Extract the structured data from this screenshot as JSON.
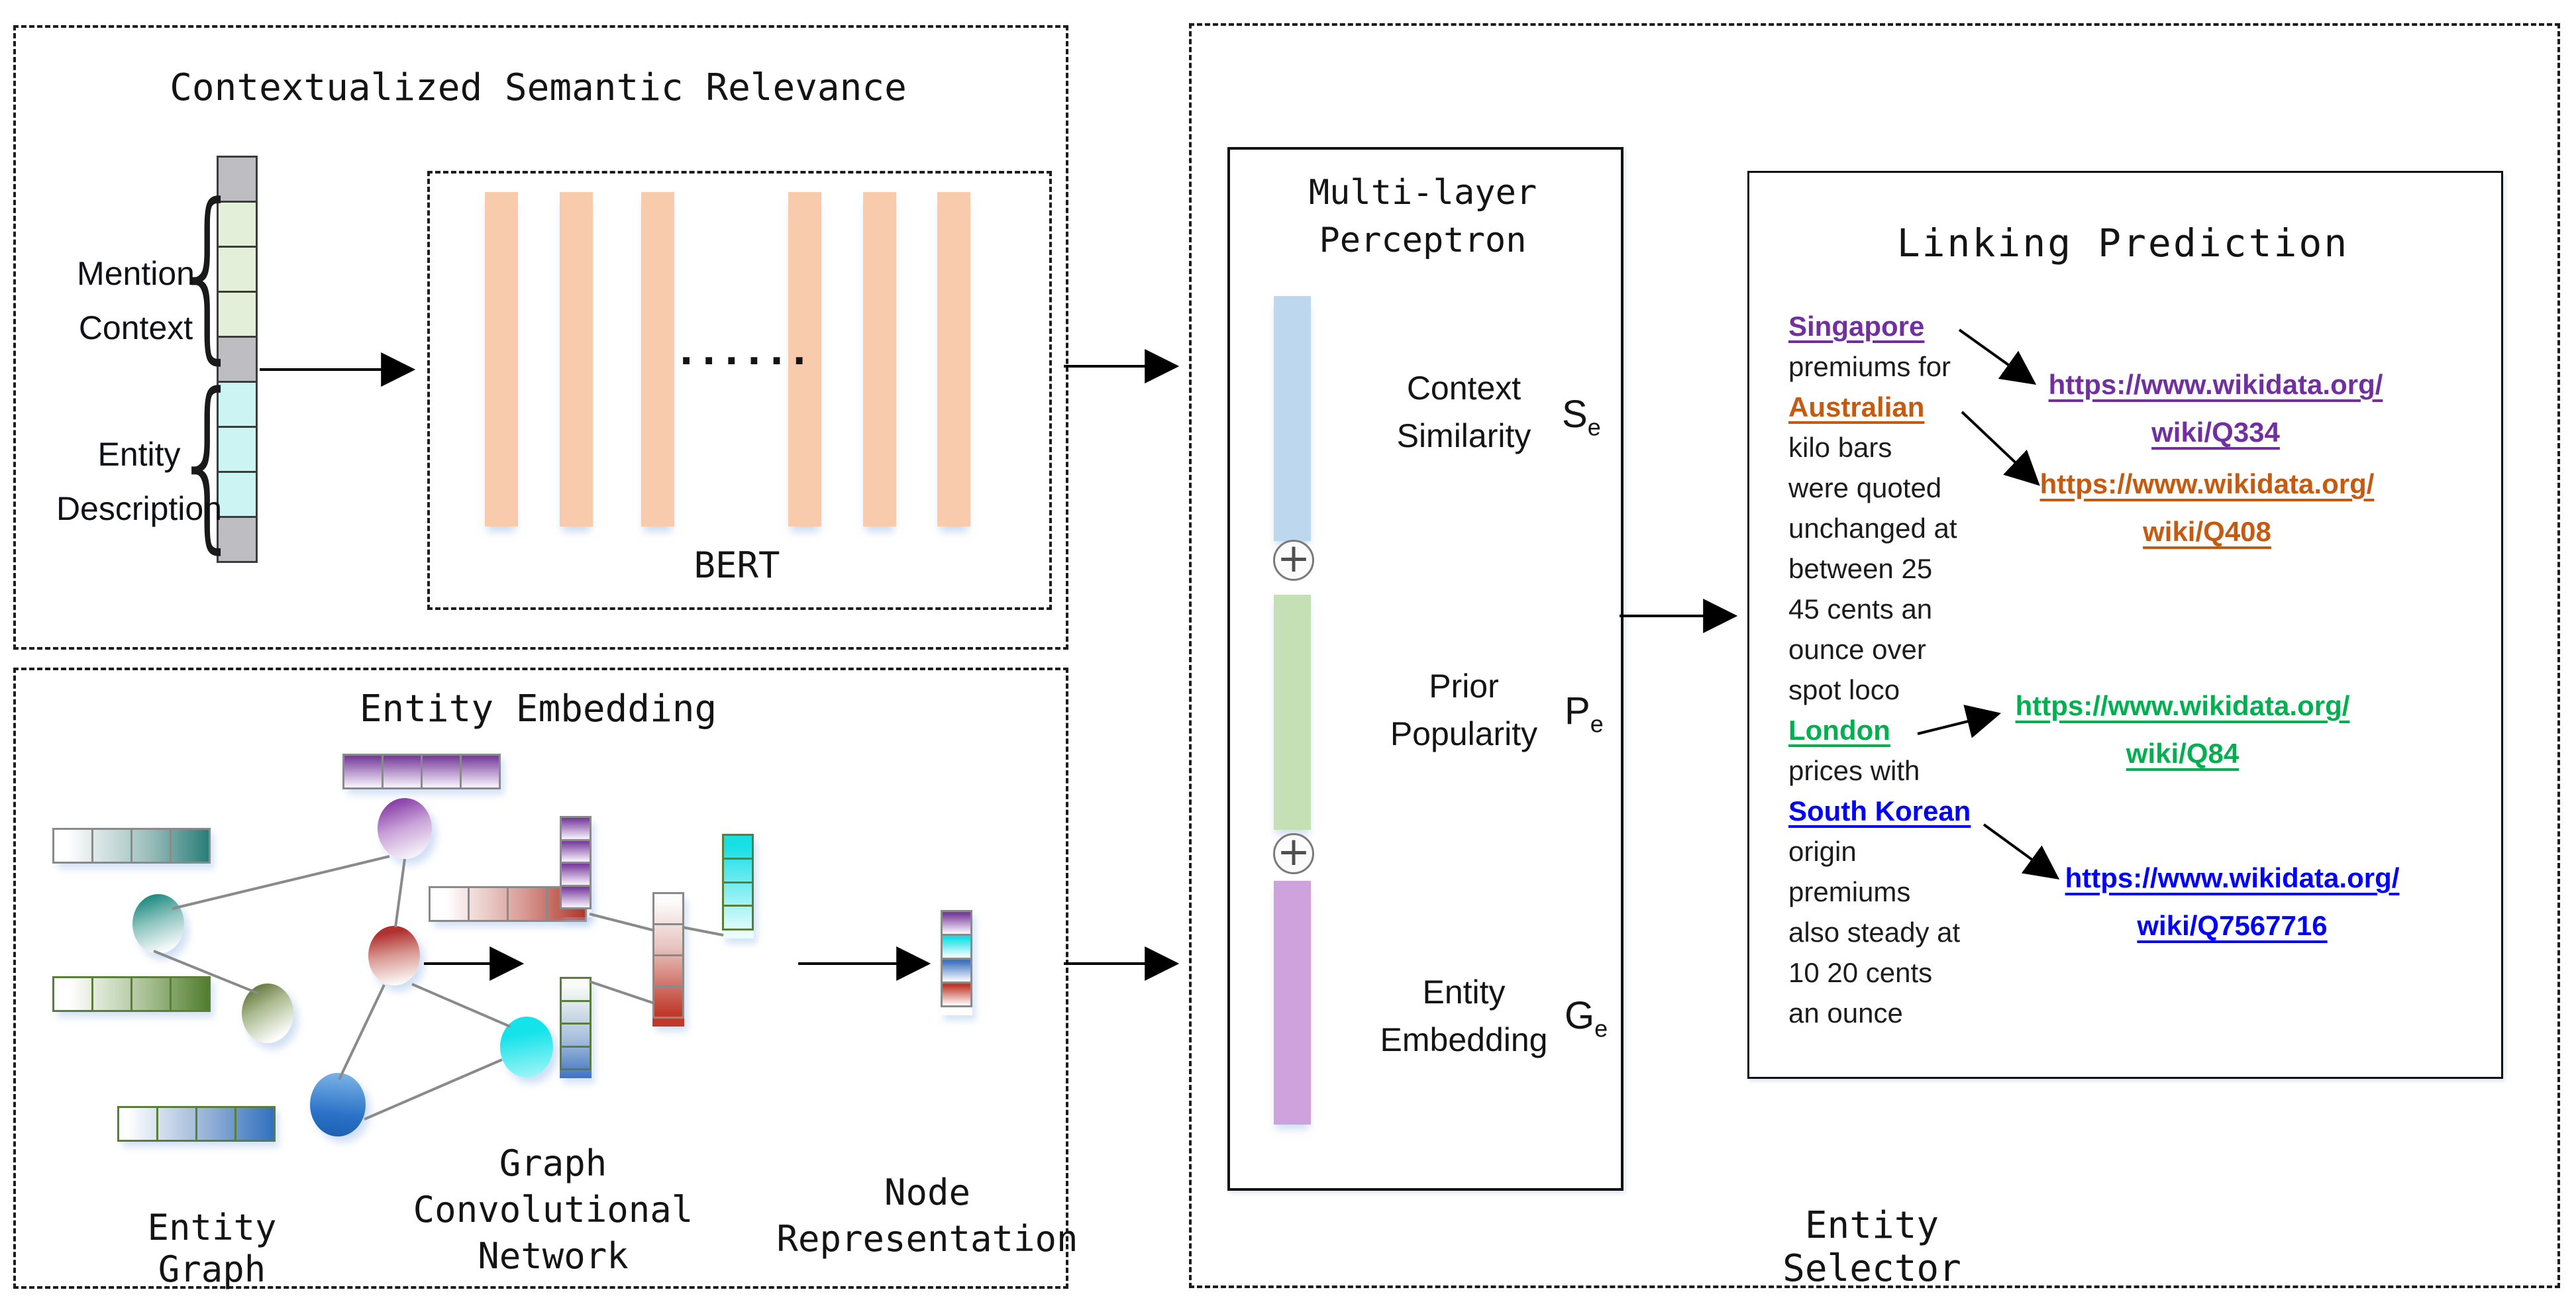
{
  "contextual_box": {
    "title": "Contextualized Semantic Relevance",
    "mention_context_line1": "Mention",
    "mention_context_line2": "Context",
    "entity_description_line1": "Entity",
    "entity_description_line2": "Description",
    "bert_label": "BERT",
    "ellipsis": "......"
  },
  "embedding_box": {
    "title": "Entity Embedding",
    "entity_graph_label": "Entity Graph",
    "gcn_line1": "Graph",
    "gcn_line2": "Convolutional",
    "gcn_line3": "Network",
    "node_repr_line1": "Node",
    "node_repr_line2": "Representation"
  },
  "mlp": {
    "title_line1": "Multi-layer",
    "title_line2": "Perceptron",
    "plus": "+",
    "features": [
      {
        "line1": "Context",
        "line2": "Similarity",
        "symbol": "S",
        "subscript": "e",
        "bar_color": "#BDD7EE"
      },
      {
        "line1": "Prior",
        "line2": "Popularity",
        "symbol": "P",
        "subscript": "e",
        "bar_color": "#C5E0B4"
      },
      {
        "line1": "Entity",
        "line2": "Embedding",
        "symbol": "G",
        "subscript": "e",
        "bar_color": "#CDA2DD"
      }
    ]
  },
  "entity_selector": {
    "label": "Entity Selector",
    "linking_prediction_title": "Linking Prediction",
    "paragraph": [
      {
        "text": "Singapore",
        "style": "mention-purple"
      },
      {
        "text": "premiums for",
        "style": "plain"
      },
      {
        "text": "Australian",
        "style": "mention-orange"
      },
      {
        "text": "kilo bars",
        "style": "plain"
      },
      {
        "text": "were quoted",
        "style": "plain"
      },
      {
        "text": "unchanged at",
        "style": "plain"
      },
      {
        "text": "between 25",
        "style": "plain"
      },
      {
        "text": "45 cents an",
        "style": "plain"
      },
      {
        "text": "ounce over",
        "style": "plain"
      },
      {
        "text": "spot loco",
        "style": "plain"
      },
      {
        "text": "London",
        "style": "mention-green"
      },
      {
        "text": "prices with",
        "style": "plain"
      },
      {
        "text": "South Korean",
        "style": "mention-blue"
      },
      {
        "text": "origin",
        "style": "plain"
      },
      {
        "text": "premiums",
        "style": "plain"
      },
      {
        "text": "also steady at",
        "style": "plain"
      },
      {
        "text": "10 20 cents",
        "style": "plain"
      },
      {
        "text": "an ounce",
        "style": "plain"
      }
    ],
    "links": [
      {
        "line1": "https://www.wikidata.org/",
        "line2": "wiki/Q334",
        "color": "#7030A0"
      },
      {
        "line1": "https://www.wikidata.org/",
        "line2": "wiki/Q408",
        "color": "#C55A11"
      },
      {
        "line1": "https://www.wikidata.org/",
        "line2": "wiki/Q84",
        "color": "#00B050"
      },
      {
        "line1": "https://www.wikidata.org/",
        "line2": "wiki/Q7567716",
        "color": "#0000FF"
      }
    ]
  },
  "colors": {
    "bert_bar": "#F8CBAD",
    "token_gray": "#BEBEC2",
    "token_green": "#E3EFD9",
    "token_cyan": "#CBF4F2",
    "mention_purple": "#7030A0",
    "mention_orange": "#C55A11",
    "mention_green": "#00B050",
    "mention_blue": "#0000FF"
  }
}
